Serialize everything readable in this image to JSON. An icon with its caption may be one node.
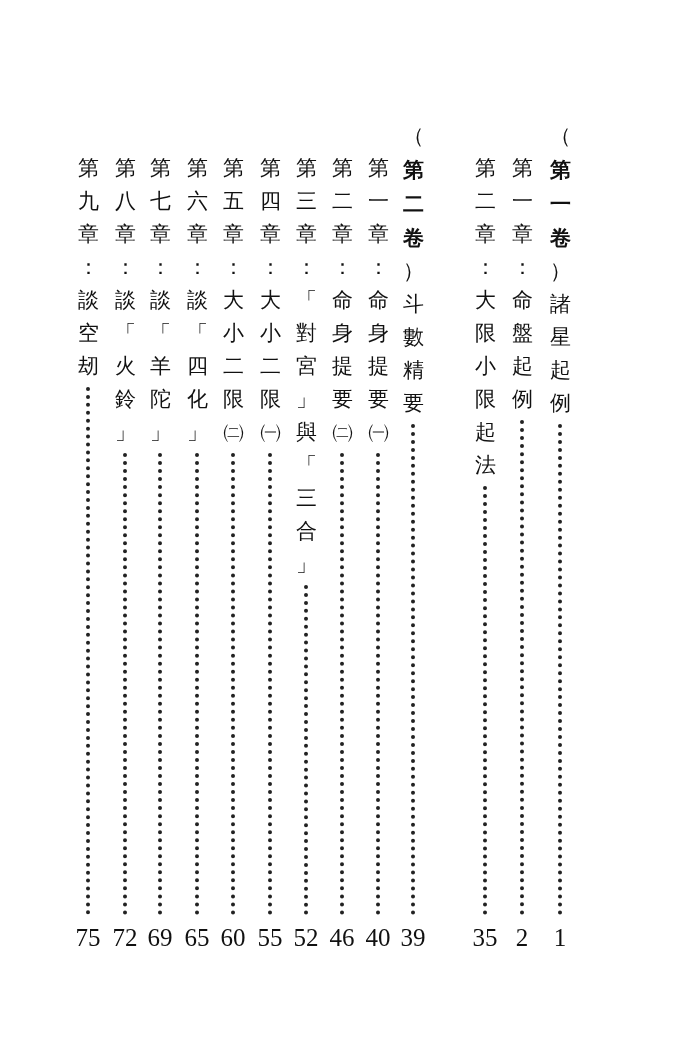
{
  "diagram": {
    "labels": [
      "（**第一卷**）諸星起例",
      "1",
      "第一章：命盤起例",
      "2",
      "第二章：大限小限起法",
      "35",
      "（**第二卷**）斗數精要",
      "39",
      "第一章：命身提要㈠",
      "40",
      "第二章：命身提要㈡",
      "46",
      "第三章：「對宮」與「三合」",
      "52",
      "第四章：大小二限㈠",
      "55",
      "第五章：大小二限㈡",
      "60",
      "第六章：談「四化」",
      "65",
      "第七章：談「羊陀」",
      "69",
      "第八章：談「火鈴」",
      "72",
      "第九章：談空刼",
      "75"
    ]
  }
}
